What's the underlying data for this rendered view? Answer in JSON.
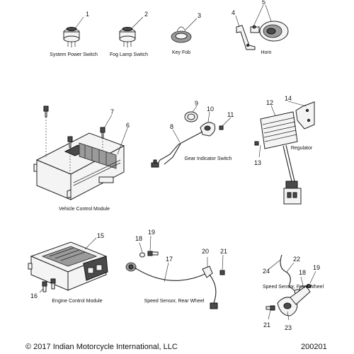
{
  "captions": {
    "system_power_switch": "System Power Switch",
    "fog_lamp_switch": "Fog Lamp Switch",
    "key_fob": "Key Fob",
    "horn": "Horn",
    "gear_indicator_switch": "Gear Indicator Switch",
    "regulator": "Regulator",
    "vehicle_control_module": "Vehicle Control Module",
    "engine_control_module": "Engine Control Module",
    "speed_sensor_rear": "Speed Sensor, Rear Wheel",
    "speed_sensor_front": "Speed Sensor, Front Wheel"
  },
  "callouts": {
    "c1": "1",
    "c2": "2",
    "c3": "3",
    "c4": "4",
    "c5": "5",
    "c6": "6",
    "c7": "7",
    "c8": "8",
    "c9": "9",
    "c10": "10",
    "c11": "11",
    "c12": "12",
    "c13": "13",
    "c14": "14",
    "c15": "15",
    "c16": "16",
    "c17": "17",
    "c18a": "18",
    "c18b": "18",
    "c19a": "19",
    "c19b": "19",
    "c20": "20",
    "c21a": "21",
    "c21b": "21",
    "c22": "22",
    "c23": "23",
    "c24": "24"
  },
  "footer": {
    "copyright": "© 2017 Indian Motorcycle International, LLC",
    "figure_id": "200201"
  }
}
